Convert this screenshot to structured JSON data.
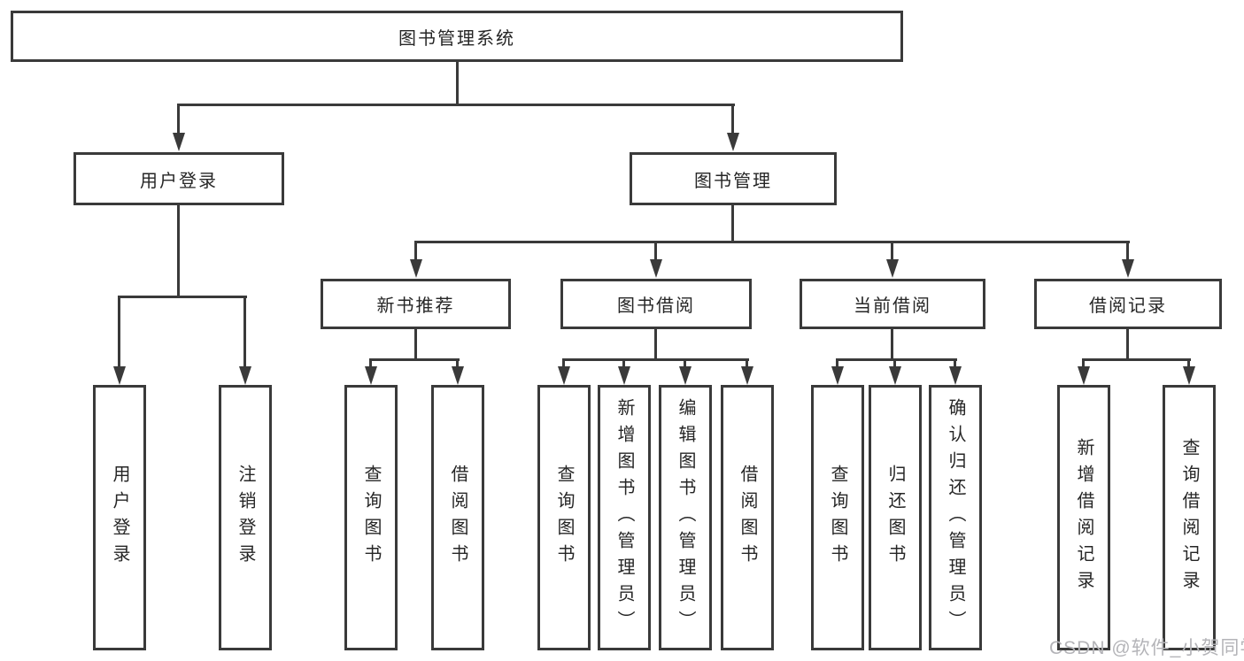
{
  "root": {
    "label": "图书管理系统"
  },
  "level2": {
    "user_login": {
      "label": "用户登录"
    },
    "book_management": {
      "label": "图书管理"
    }
  },
  "level3": {
    "new_book_recommend": {
      "label": "新书推荐"
    },
    "book_borrowing": {
      "label": "图书借阅"
    },
    "current_borrowing": {
      "label": "当前借阅"
    },
    "borrow_records": {
      "label": "借阅记录"
    }
  },
  "leaves": {
    "user_login": "用户登录",
    "logout": "注销登录",
    "nb_query_books": "查询图书",
    "nb_borrow_books": "借阅图书",
    "bb_query_books": "查询图书",
    "bb_add_books_admin": "新增图书（管理员）",
    "bb_edit_books_admin": "编辑图书（管理员）",
    "bb_borrow_books": "借阅图书",
    "cb_query_books": "查询图书",
    "cb_return_books": "归还图书",
    "cb_confirm_return_admin": "确认归还（管理员）",
    "br_add_record": "新增借阅记录",
    "br_query_record": "查询借阅记录"
  },
  "watermark": {
    "label": "CSDN @软件_小贺同学"
  },
  "colors": {
    "line": "#3a3a3a",
    "text": "#262626",
    "watermark": "#b4b4b8",
    "background": "#ffffff"
  }
}
